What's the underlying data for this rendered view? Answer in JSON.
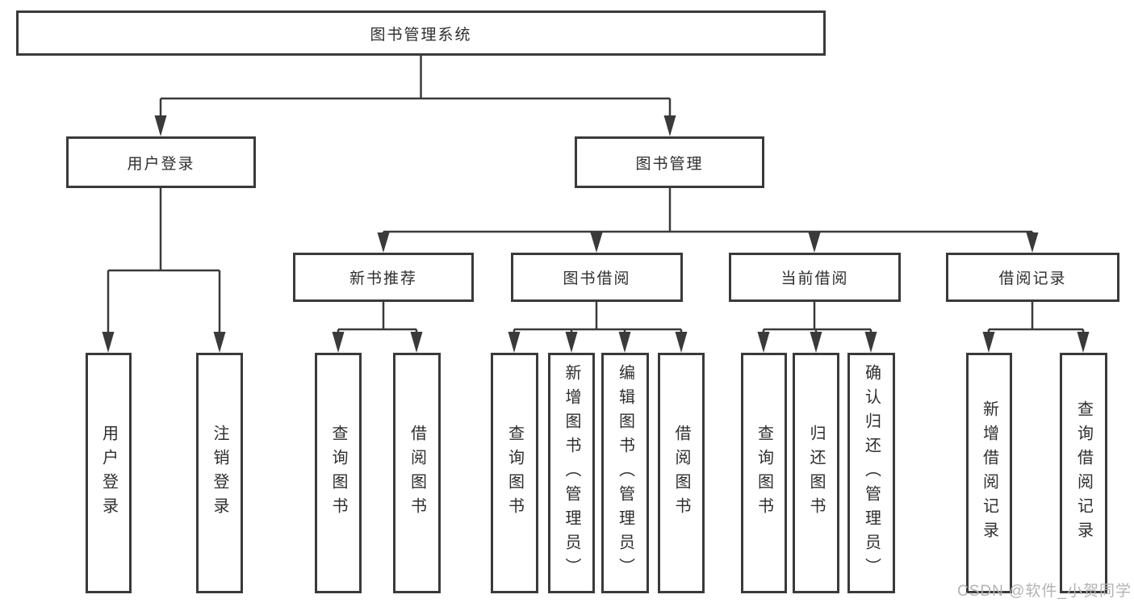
{
  "diagram": {
    "type": "hierarchy-tree",
    "colors": {
      "line": "#3a3a3a",
      "box_border": "#3a3a3a",
      "box_fill": "#ffffff",
      "text": "#2e2e2e",
      "watermark_text": "#b3b3b3",
      "background": "#ffffff"
    }
  },
  "tree": {
    "label": "图书管理系统",
    "children": [
      {
        "label": "用户登录",
        "children": [
          {
            "label": "用户登录"
          },
          {
            "label": "注销登录"
          }
        ]
      },
      {
        "label": "图书管理",
        "children": [
          {
            "label": "新书推荐",
            "children": [
              {
                "label": "查询图书"
              },
              {
                "label": "借阅图书"
              }
            ]
          },
          {
            "label": "图书借阅",
            "children": [
              {
                "label": "查询图书"
              },
              {
                "label": "新增图书（管理员）"
              },
              {
                "label": "编辑图书（管理员）"
              },
              {
                "label": "借阅图书"
              }
            ]
          },
          {
            "label": "当前借阅",
            "children": [
              {
                "label": "查询图书"
              },
              {
                "label": "归还图书"
              },
              {
                "label": "确认归还（管理员）"
              }
            ]
          },
          {
            "label": "借阅记录",
            "children": [
              {
                "label": "新增借阅记录"
              },
              {
                "label": "查询借阅记录"
              }
            ]
          }
        ]
      }
    ]
  },
  "watermark": {
    "text": "CSDN @软件_小贺同学"
  }
}
